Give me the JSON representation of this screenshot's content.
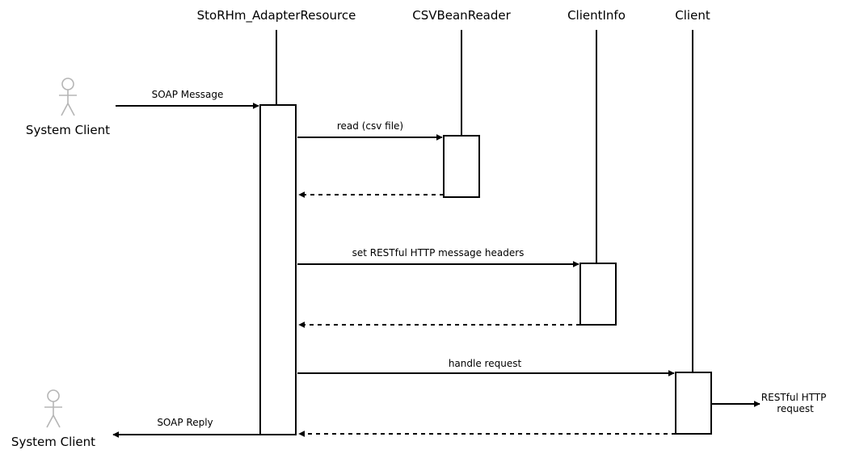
{
  "lifelines": [
    {
      "name": "StoRHm_AdapterResource"
    },
    {
      "name": "CSVBeanReader"
    },
    {
      "name": "ClientInfo"
    },
    {
      "name": "Client"
    }
  ],
  "actors": [
    {
      "name": "System Client",
      "icon": "stick-figure-icon"
    },
    {
      "name": "System Client",
      "icon": "stick-figure-icon"
    }
  ],
  "messages": [
    {
      "label": "SOAP Message",
      "style": "solid"
    },
    {
      "label": "read (csv file)",
      "style": "solid"
    },
    {
      "label": "",
      "style": "dashed"
    },
    {
      "label": "set RESTful HTTP message headers",
      "style": "solid"
    },
    {
      "label": "",
      "style": "dashed"
    },
    {
      "label": "handle request",
      "style": "solid"
    },
    {
      "label": "",
      "style": "dashed"
    },
    {
      "label": "SOAP Reply",
      "style": "solid"
    },
    {
      "label": [
        "RESTful HTTP",
        "request"
      ],
      "style": "solid"
    }
  ]
}
